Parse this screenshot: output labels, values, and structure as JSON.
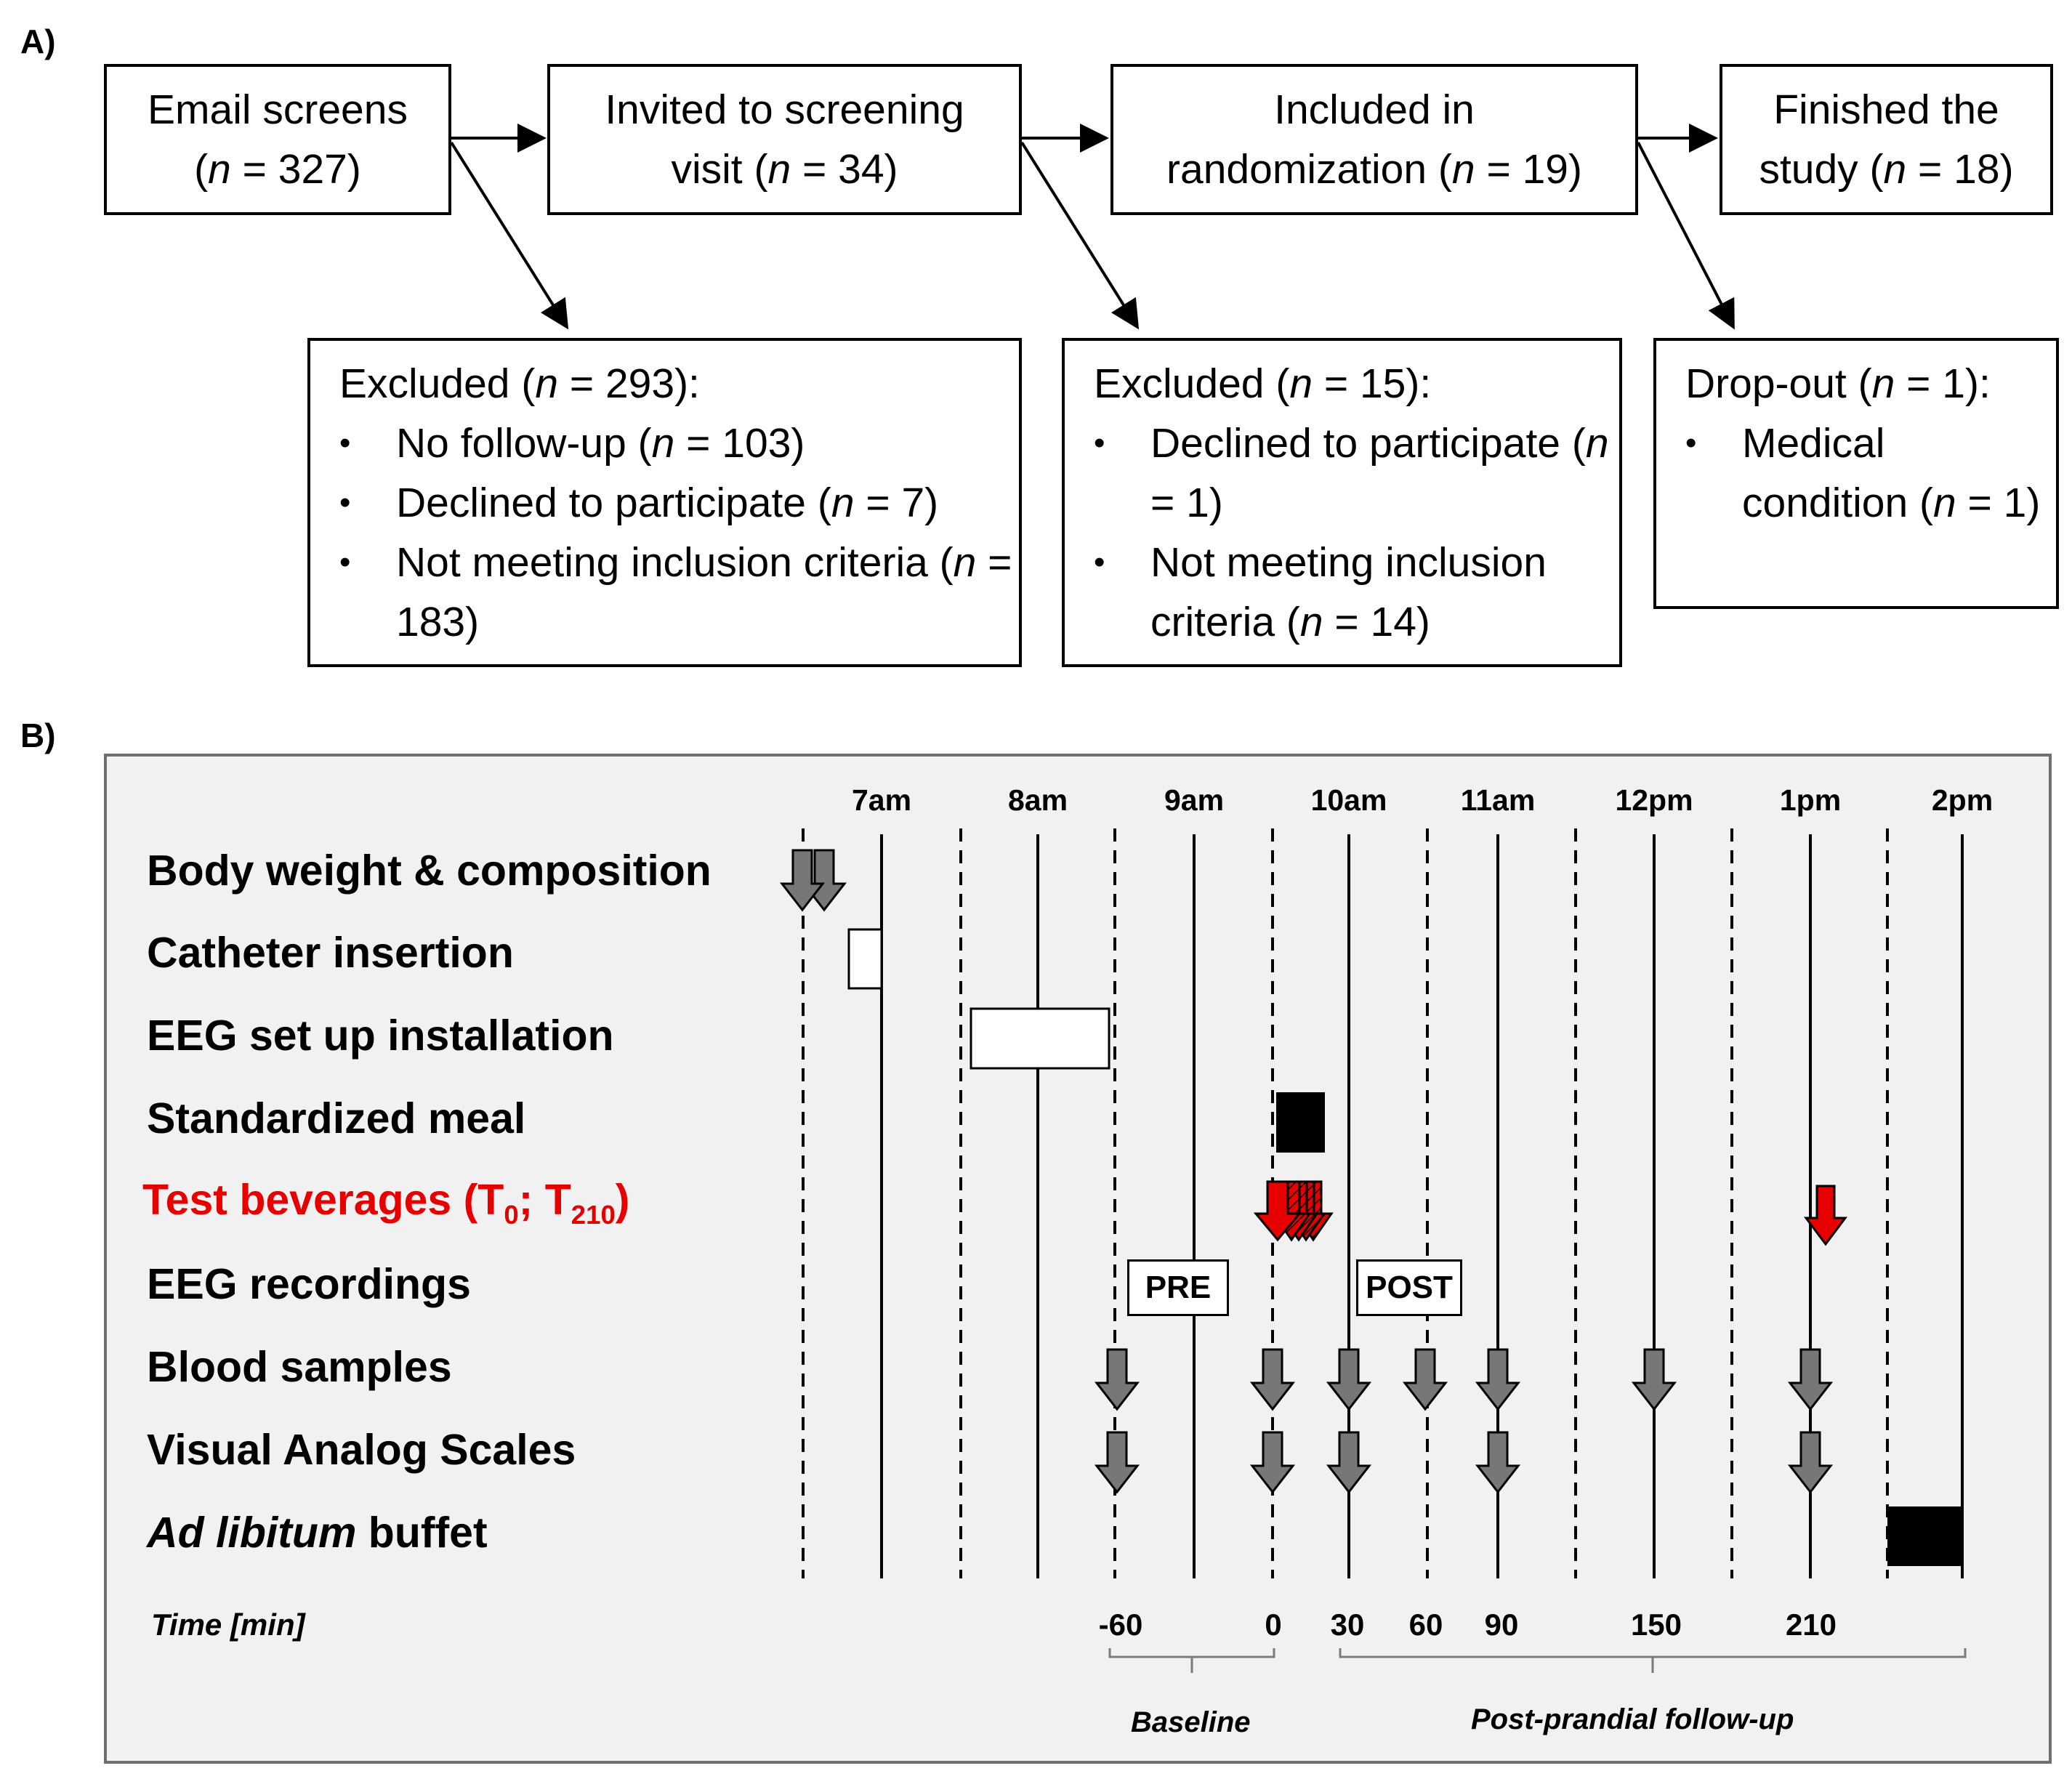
{
  "panel_a": {
    "letter": "A)",
    "flow": [
      {
        "line1": "Email screens",
        "pre2": "(",
        "n": "n",
        "post2": " = 327)"
      },
      {
        "line1": "Invited to screening",
        "pre2": "visit (",
        "n": "n",
        "post2": " = 34)"
      },
      {
        "line1": "Included in",
        "pre2": "randomization (",
        "n": "n",
        "post2": " = 19)"
      },
      {
        "line1": "Finished the",
        "pre2": "study (",
        "n": "n",
        "post2": " = 18)"
      }
    ],
    "excluded1": {
      "head_pre": "Excluded (",
      "head_n": "n",
      "head_post": " = 293):",
      "items": [
        {
          "pre": "No follow-up (",
          "n": "n",
          "post": " = 103)"
        },
        {
          "pre": "Declined to participate (",
          "n": "n",
          "post": " = 7)"
        },
        {
          "pre": "Not meeting inclusion criteria (",
          "n": "n",
          "post": " = 183)"
        }
      ]
    },
    "excluded2": {
      "head_pre": "Excluded (",
      "head_n": "n",
      "head_post": " = 15):",
      "items": [
        {
          "pre": "Declined to participate (",
          "n": "n",
          "post": " = 1)"
        },
        {
          "pre": "Not meeting inclusion criteria (",
          "n": "n",
          "post": " = 14)"
        }
      ]
    },
    "dropout": {
      "head_pre": "Drop-out (",
      "head_n": "n",
      "head_post": " = 1):",
      "items": [
        {
          "pre": "Medical condition (",
          "n": "n",
          "post": " = 1)"
        }
      ]
    }
  },
  "panel_b": {
    "letter": "B)",
    "hours": [
      "7am",
      "8am",
      "9am",
      "10am",
      "11am",
      "12pm",
      "1pm",
      "2pm"
    ],
    "rows": {
      "body_weight": "Body weight & composition",
      "catheter": "Catheter insertion",
      "eeg_setup": "EEG set up installation",
      "meal": "Standardized meal",
      "test_bev_main": "Test beverages (T",
      "test_bev_sub0": "0",
      "test_bev_mid": "; T",
      "test_bev_sub210": "210",
      "test_bev_end": ")",
      "eeg_rec": "EEG recordings",
      "blood": "Blood samples",
      "vas": "Visual Analog Scales",
      "buffet_italic": "Ad libitum",
      "buffet_rest": " buffet"
    },
    "time_label": "Time [min]",
    "time_ticks": [
      "-60",
      "0",
      "30",
      "60",
      "90",
      "150",
      "210"
    ],
    "pre_label": "PRE",
    "post_label": "POST",
    "baseline_label": "Baseline",
    "followup_label": "Post-prandial follow-up",
    "colors": {
      "red": "#e60000",
      "gray_arrow": "#777777",
      "panel_bg": "#f1f1f1"
    }
  }
}
